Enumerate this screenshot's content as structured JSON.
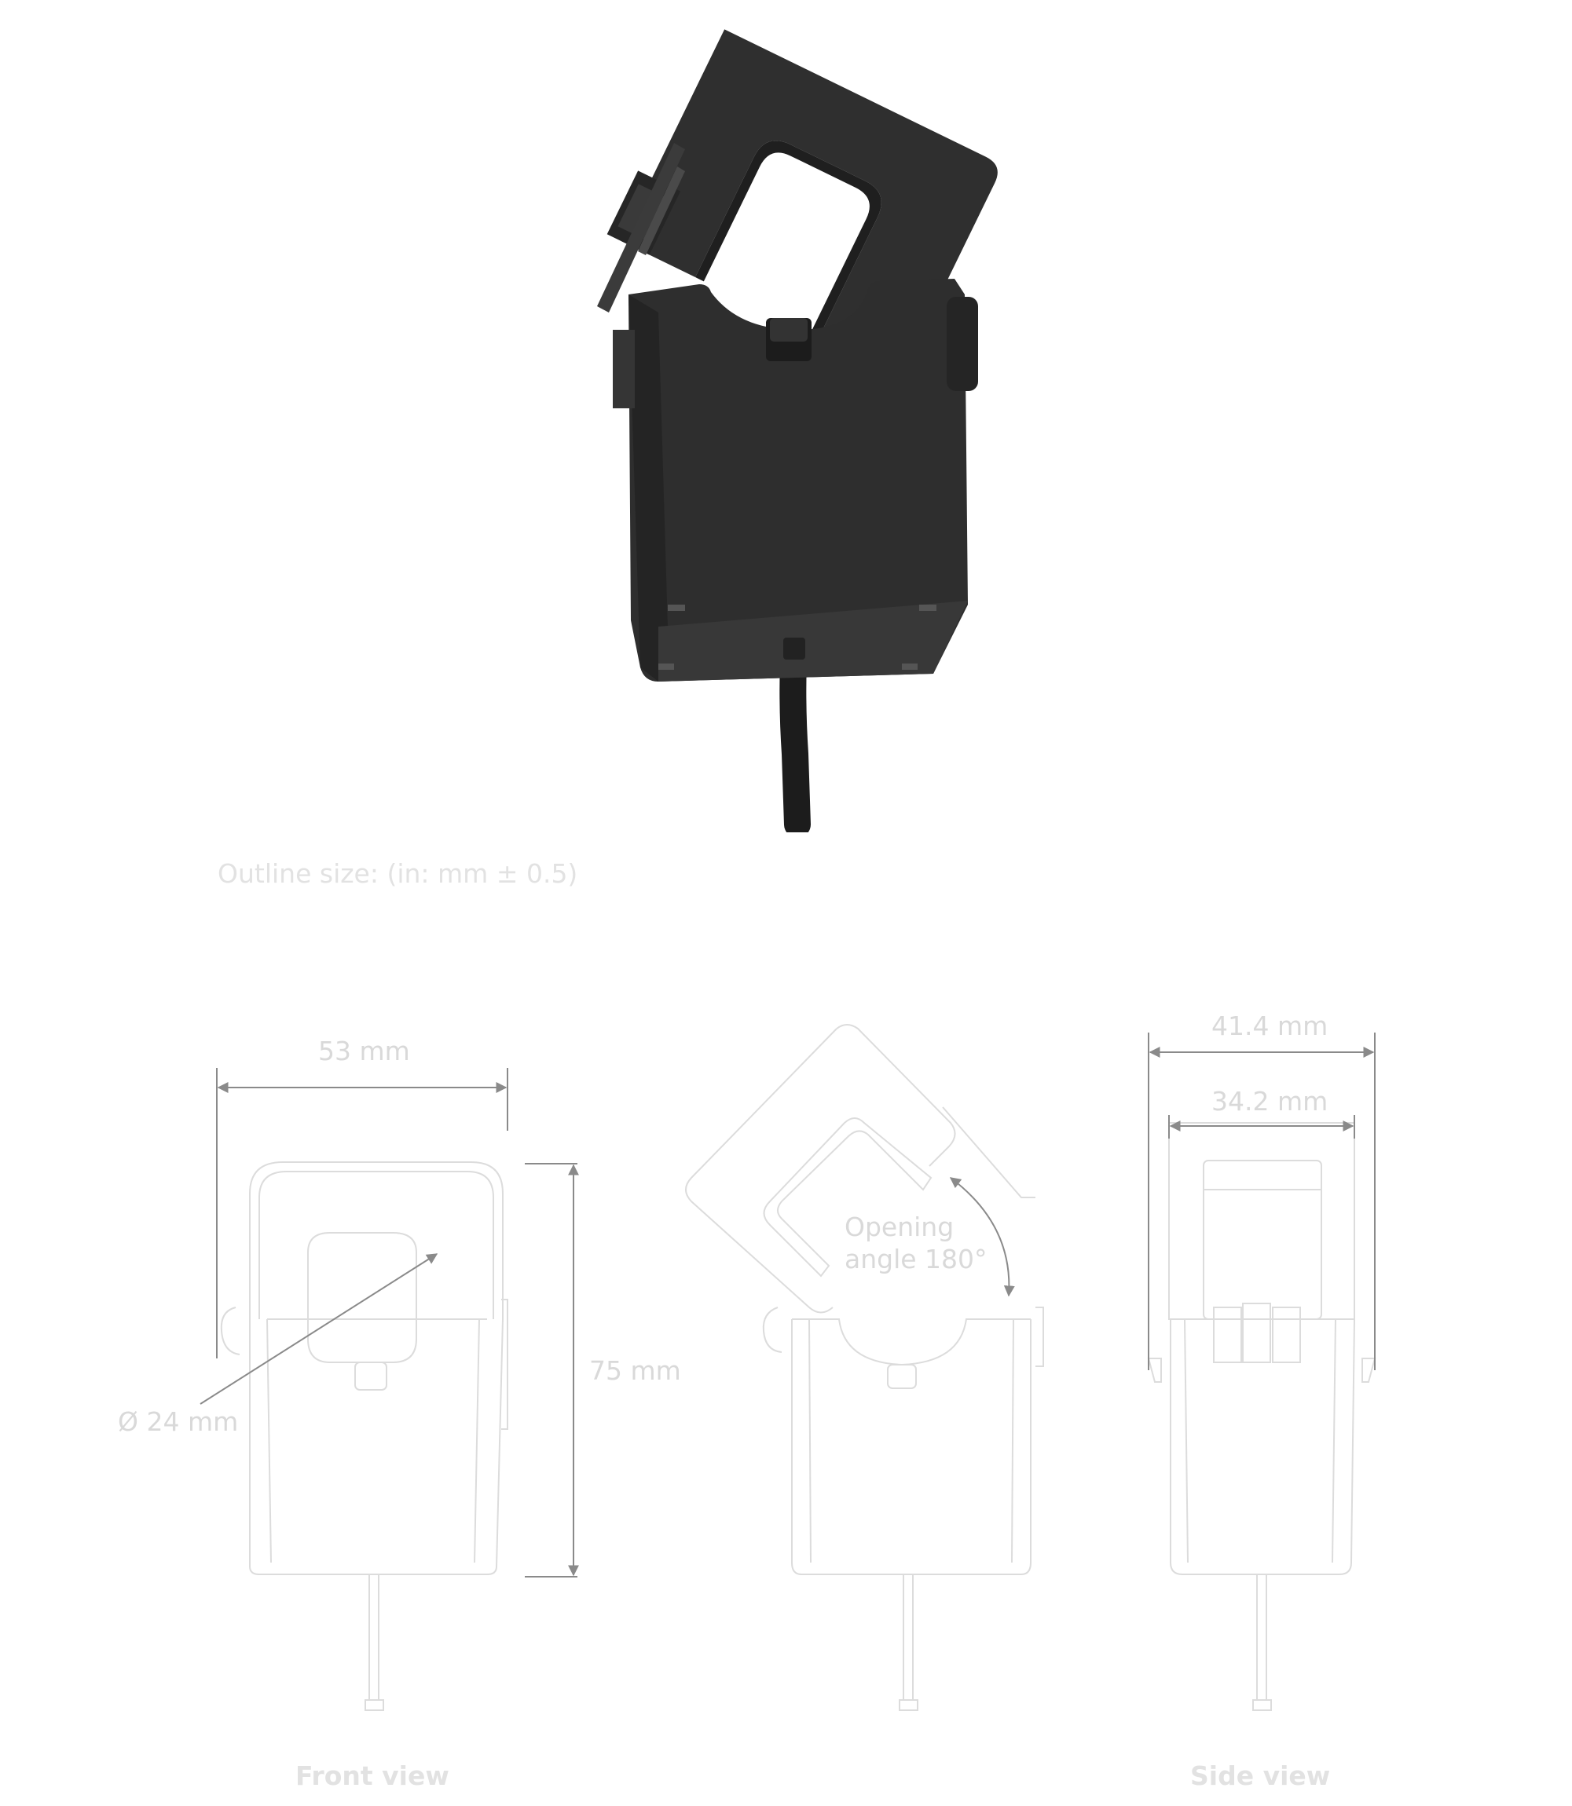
{
  "outline_title": "Outline size: (in: mm ± 0.5)",
  "front_view": {
    "label": "Front view",
    "width_dim": "53 mm",
    "height_dim": "75 mm",
    "diameter_dim": "Ø 24 mm"
  },
  "opening_view": {
    "label_line1": "Opening",
    "label_line2": "angle 180°"
  },
  "side_view": {
    "label": "Side view",
    "outer_width_dim": "41.4 mm",
    "inner_width_dim": "34.2 mm"
  },
  "colors": {
    "product_body": "#2e2e2e",
    "line_drawing": "#dcdcdc",
    "dimension_lines": "#8a8a8a",
    "text": "#e2e2e2"
  }
}
